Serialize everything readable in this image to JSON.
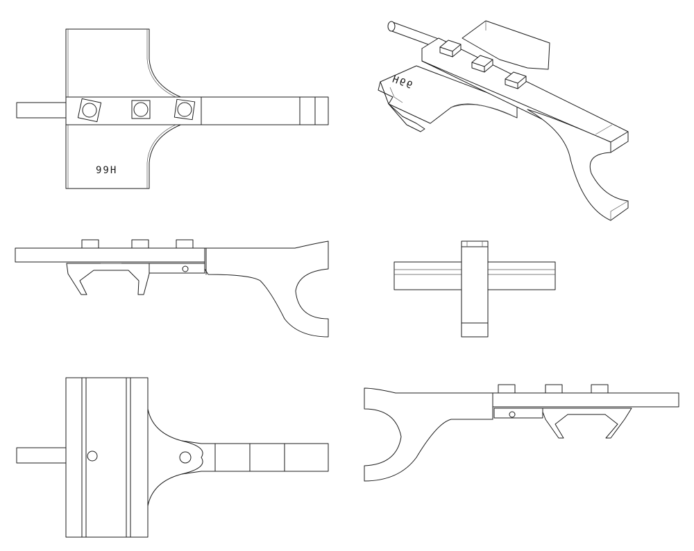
{
  "part_label": "99H",
  "views": [
    {
      "name": "top-view"
    },
    {
      "name": "isometric-view"
    },
    {
      "name": "front-view"
    },
    {
      "name": "end-view"
    },
    {
      "name": "bottom-view"
    },
    {
      "name": "rear-view"
    }
  ],
  "colors": {
    "line": "#1a1a1a",
    "paper": "#ffffff"
  }
}
